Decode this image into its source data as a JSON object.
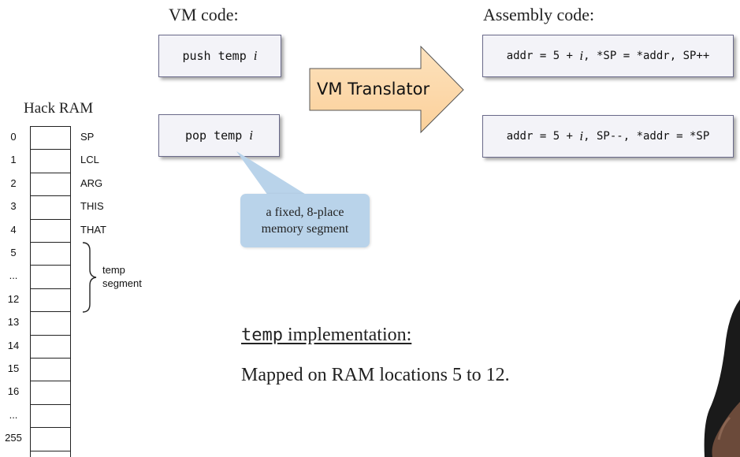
{
  "vm_code_heading": "VM code:",
  "assembly_code_heading": "Assembly code:",
  "push_cmd": {
    "code": "push temp ",
    "var": "i"
  },
  "pop_cmd": {
    "code": "pop temp ",
    "var": "i"
  },
  "translator_label": "VM Translator",
  "push_asm": {
    "prefix": "addr = 5 + ",
    "var": "i",
    "suffix": ", *SP = *addr, SP++"
  },
  "pop_asm": {
    "prefix": "addr = 5 + ",
    "var": "i",
    "suffix": ", SP--, *addr = *SP"
  },
  "callout": {
    "line1": "a fixed, 8-place",
    "line2": "memory segment"
  },
  "ram": {
    "title": "Hack RAM",
    "rows": [
      {
        "num": "0",
        "label": "SP"
      },
      {
        "num": "1",
        "label": "LCL"
      },
      {
        "num": "2",
        "label": "ARG"
      },
      {
        "num": "3",
        "label": "THIS"
      },
      {
        "num": "4",
        "label": "THAT"
      },
      {
        "num": "5",
        "label": ""
      },
      {
        "num": "...",
        "label": ""
      },
      {
        "num": "12",
        "label": ""
      },
      {
        "num": "13",
        "label": ""
      },
      {
        "num": "14",
        "label": ""
      },
      {
        "num": "15",
        "label": ""
      },
      {
        "num": "16",
        "label": ""
      },
      {
        "num": "...",
        "label": ""
      },
      {
        "num": "255",
        "label": ""
      }
    ],
    "brace_label_line1": "temp",
    "brace_label_line2": "segment"
  },
  "impl_heading": {
    "code": "temp",
    "text": " implementation:"
  },
  "impl_body": "Mapped on RAM locations 5 to 12."
}
